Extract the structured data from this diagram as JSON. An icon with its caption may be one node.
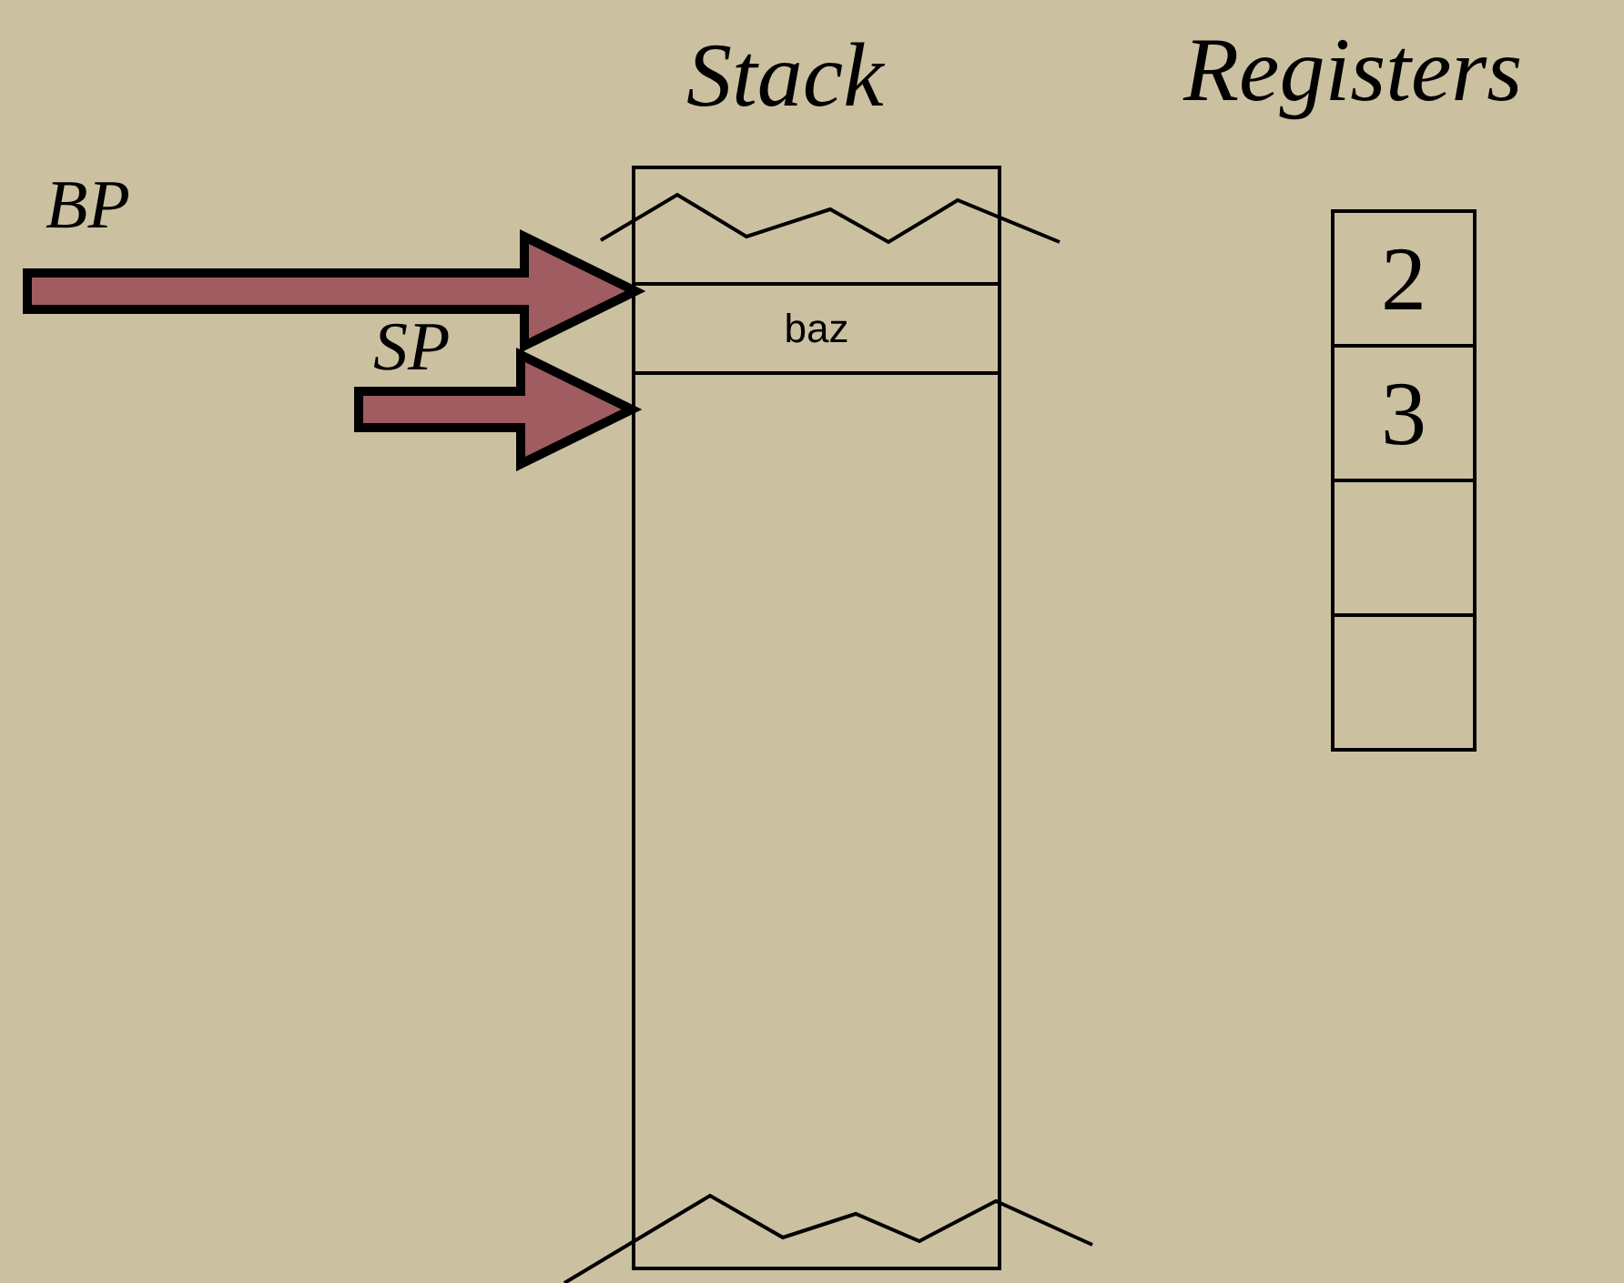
{
  "diagram": {
    "nodes": [
      {
        "text": [
          "Stack"
        ]
      },
      {
        "text": [
          "baz"
        ],
        "in": 0
      },
      {
        "text": [
          "Registers"
        ]
      },
      {
        "text": [
          "2"
        ],
        "in": 2
      },
      {
        "text": [
          "3"
        ],
        "in": 2
      },
      {
        "text": [],
        "shape": "box",
        "in": 2
      },
      {
        "text": [],
        "shape": "box",
        "in": 2
      }
    ],
    "edges": [
      {
        "from": null,
        "to": 1,
        "arrow": "to",
        "label": "BP",
        "style": "thick",
        "color": "#a05c60"
      },
      {
        "from": null,
        "to": 0,
        "arrow": "to",
        "label": "SP",
        "style": "thick",
        "color": "#a05c60"
      }
    ]
  }
}
